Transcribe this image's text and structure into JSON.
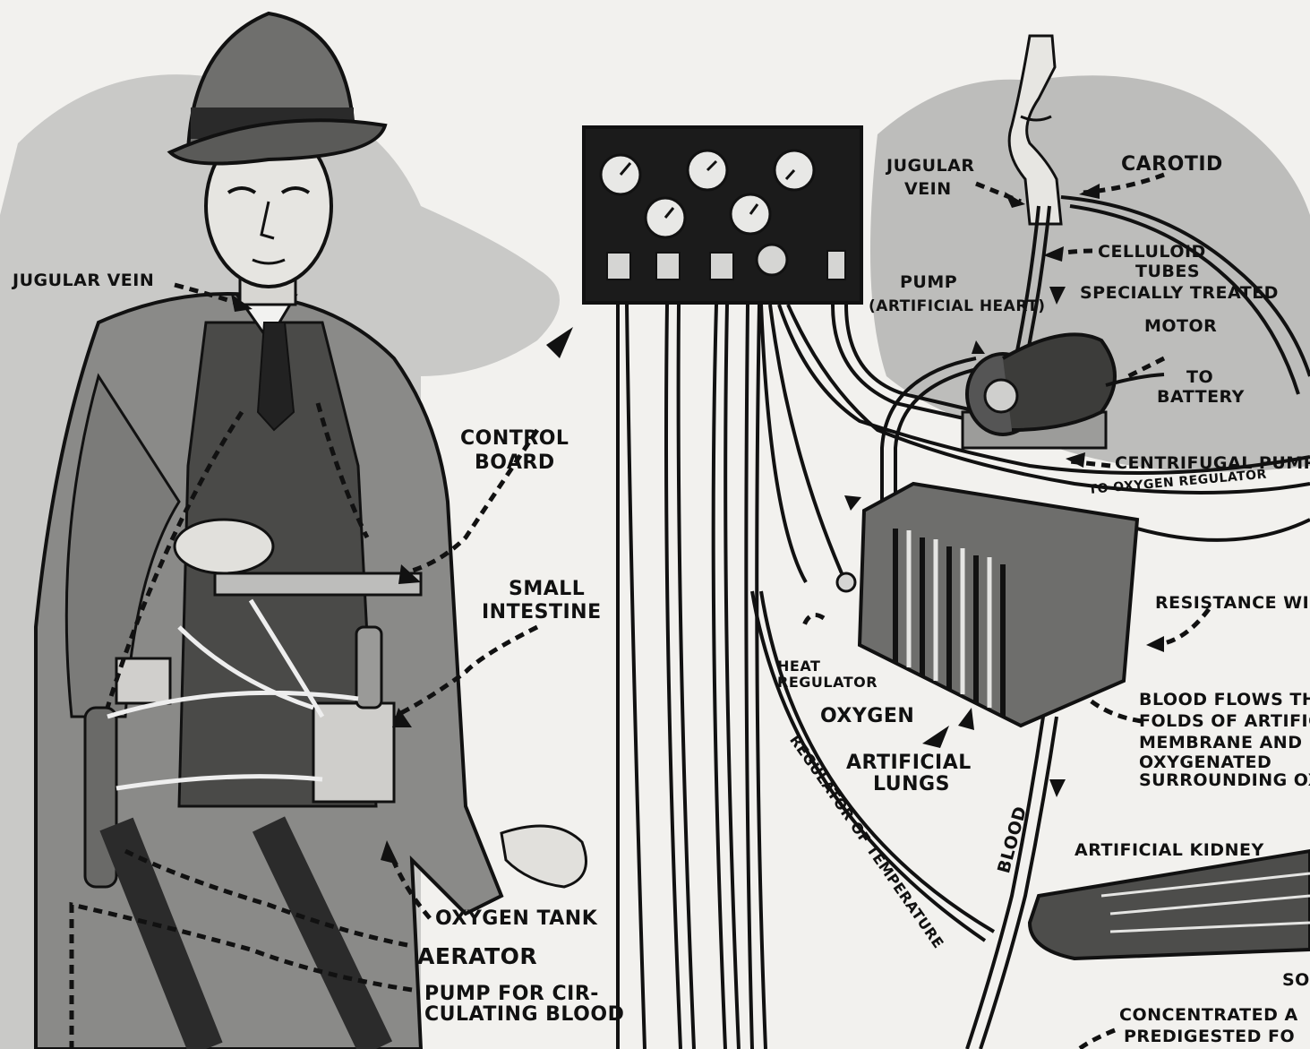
{
  "labels": {
    "jugular_vein_left": "JUGULAR VEIN",
    "control_board_1": "CONTROL",
    "control_board_2": "BOARD",
    "small_intestine_1": "SMALL",
    "small_intestine_2": "INTESTINE",
    "oxygen_tank": "OXYGEN TANK",
    "aerator": "AERATOR",
    "pump_circ_1": "PUMP FOR CIR-",
    "pump_circ_2": "CULATING BLOOD",
    "jugular_vein_right_1": "JUGULAR",
    "jugular_vein_right_2": "VEIN",
    "carotid": "CAROTID",
    "celluloid_1": "CELLULOID",
    "celluloid_2": "TUBES",
    "celluloid_3": "SPECIALLY TREATED",
    "pump_heart_1": "PUMP",
    "pump_heart_2": "(ARTIFICIAL HEART)",
    "motor": "MOTOR",
    "battery_1": "TO",
    "battery_2": "BATTERY",
    "centrifugal_pump": "CENTRIFUGAL PUMP",
    "to_oxygen_regulator": "TO OXYGEN REGULATOR",
    "resistance_wire": "RESISTANCE WIR",
    "heat_regulator_1": "HEAT",
    "heat_regulator_2": "REGULATOR",
    "oxygen": "OXYGEN",
    "artificial_lungs_1": "ARTIFICIAL",
    "artificial_lungs_2": "LUNGS",
    "blood_flows_1": "BLOOD FLOWS THRO",
    "blood_flows_2": "FOLDS OF ARTIFIC",
    "blood_flows_3": "MEMBRANE AND",
    "blood_flows_4": "OXYGENATED",
    "blood_flows_5": "SURROUNDING OX",
    "regulator_temperature": "REGULATOR OF TEMPERATURE",
    "blood": "BLOOD",
    "artificial_kidney": "ARTIFICIAL KIDNEY",
    "concentrated_1": "CONCENTRATED A",
    "concentrated_2": "PREDIGESTED FO",
    "so": "SO"
  },
  "colors": {
    "ink": "#111111",
    "paper": "#f2f1ee",
    "wash": "#a9a9a9",
    "dark_wash": "#6e6e6e",
    "panel": "#1b1b1b"
  }
}
